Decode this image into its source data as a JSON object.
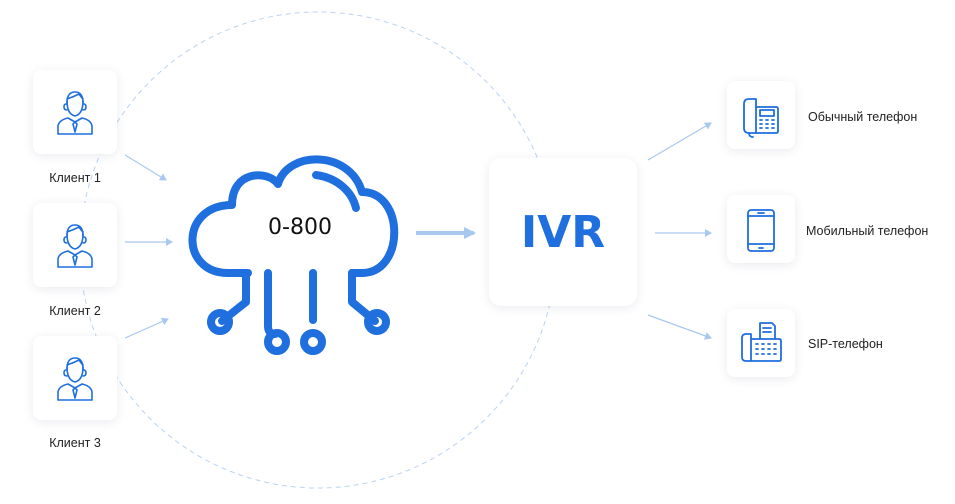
{
  "colors": {
    "accent": "#1f6fdf",
    "arrow": "#a9c8f0",
    "dashed": "#b9d3f2"
  },
  "clients": [
    {
      "label": "Клиент 1",
      "icon": "person-icon"
    },
    {
      "label": "Клиент 2",
      "icon": "person-icon"
    },
    {
      "label": "Клиент 3",
      "icon": "person-icon"
    }
  ],
  "cloud": {
    "number": "0-800",
    "icon": "cloud-network-icon"
  },
  "ivr": {
    "label": "IVR"
  },
  "devices": [
    {
      "label": "Обычный телефон",
      "icon": "desk-phone-icon"
    },
    {
      "label": "Мобильный телефон",
      "icon": "mobile-phone-icon"
    },
    {
      "label": "SIP-телефон",
      "icon": "sip-phone-icon"
    }
  ]
}
